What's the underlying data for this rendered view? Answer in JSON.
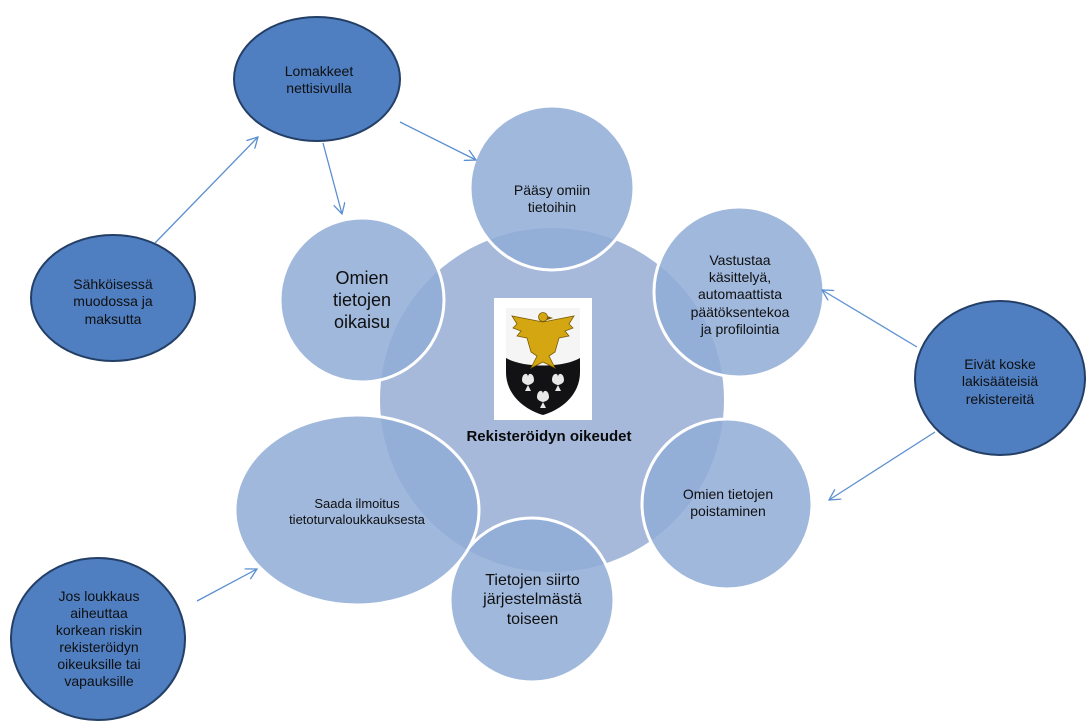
{
  "colors": {
    "background": "#ffffff",
    "hub_fill": "#a7b9db",
    "satellite_fill": "#8fabd6",
    "satellite_stroke": "#ffffff",
    "outer_fill": "#4f7fc1",
    "outer_stroke": "#243f66",
    "arrow": "#5b8fd0"
  },
  "center": {
    "title": "Rekisteröidyn oikeudet",
    "emblem": "coat-of-arms-eagle"
  },
  "satellites": [
    {
      "id": "paasy",
      "text": "Pääsy omiin\ntietoihin"
    },
    {
      "id": "oikaisu",
      "text": "Omien\ntietojen\noikaisu"
    },
    {
      "id": "vastustaa",
      "text": "Vastustaa\nkäsittelyä,\nautomaattista\npäätöksentekoa\nja profilointia"
    },
    {
      "id": "poistaminen",
      "text": "Omien tietojen\npoistaminen"
    },
    {
      "id": "siirto",
      "text": "Tietojen siirto\njärjestelmästä\ntoiseen"
    },
    {
      "id": "ilmoitus",
      "text": "Saada ilmoitus\ntietoturvaloukkauksesta"
    }
  ],
  "outer": [
    {
      "id": "lomakkeet",
      "text": "Lomakkeet\nnettisivulla"
    },
    {
      "id": "sahkoisessa",
      "text": "Sähköisessä\nmuodossa ja\nmaksutta"
    },
    {
      "id": "eivat",
      "text": "Eivät koske\nlakisääteisiä\nrekistereitä"
    },
    {
      "id": "jos",
      "text": "Jos loukkaus\naiheuttaa\nkorkean riskin\nrekisteröidyn\noikeuksille tai\nvapauksille"
    }
  ]
}
